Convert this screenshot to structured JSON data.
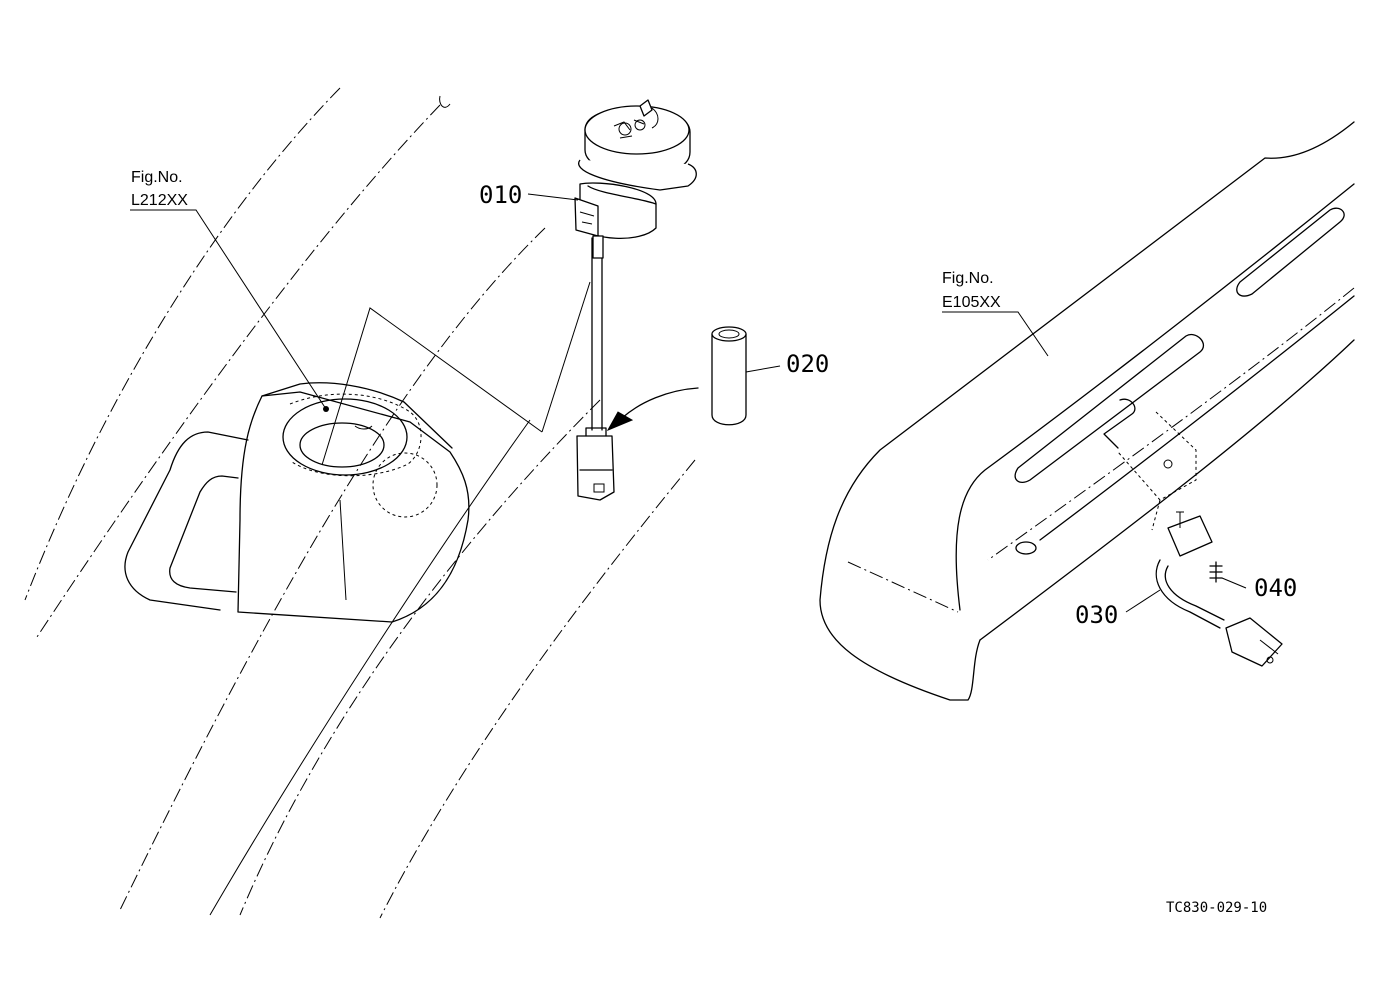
{
  "references": [
    {
      "id": "ref-l212",
      "prefix": "Fig.No.",
      "code": "L212XX"
    },
    {
      "id": "ref-e105",
      "prefix": "Fig.No.",
      "code": "E105XX"
    }
  ],
  "callouts": [
    {
      "id": "part-010",
      "label": "010"
    },
    {
      "id": "part-020",
      "label": "020"
    },
    {
      "id": "part-030",
      "label": "030"
    },
    {
      "id": "part-040",
      "label": "040"
    }
  ],
  "drawing_code": "TC830-029-10"
}
